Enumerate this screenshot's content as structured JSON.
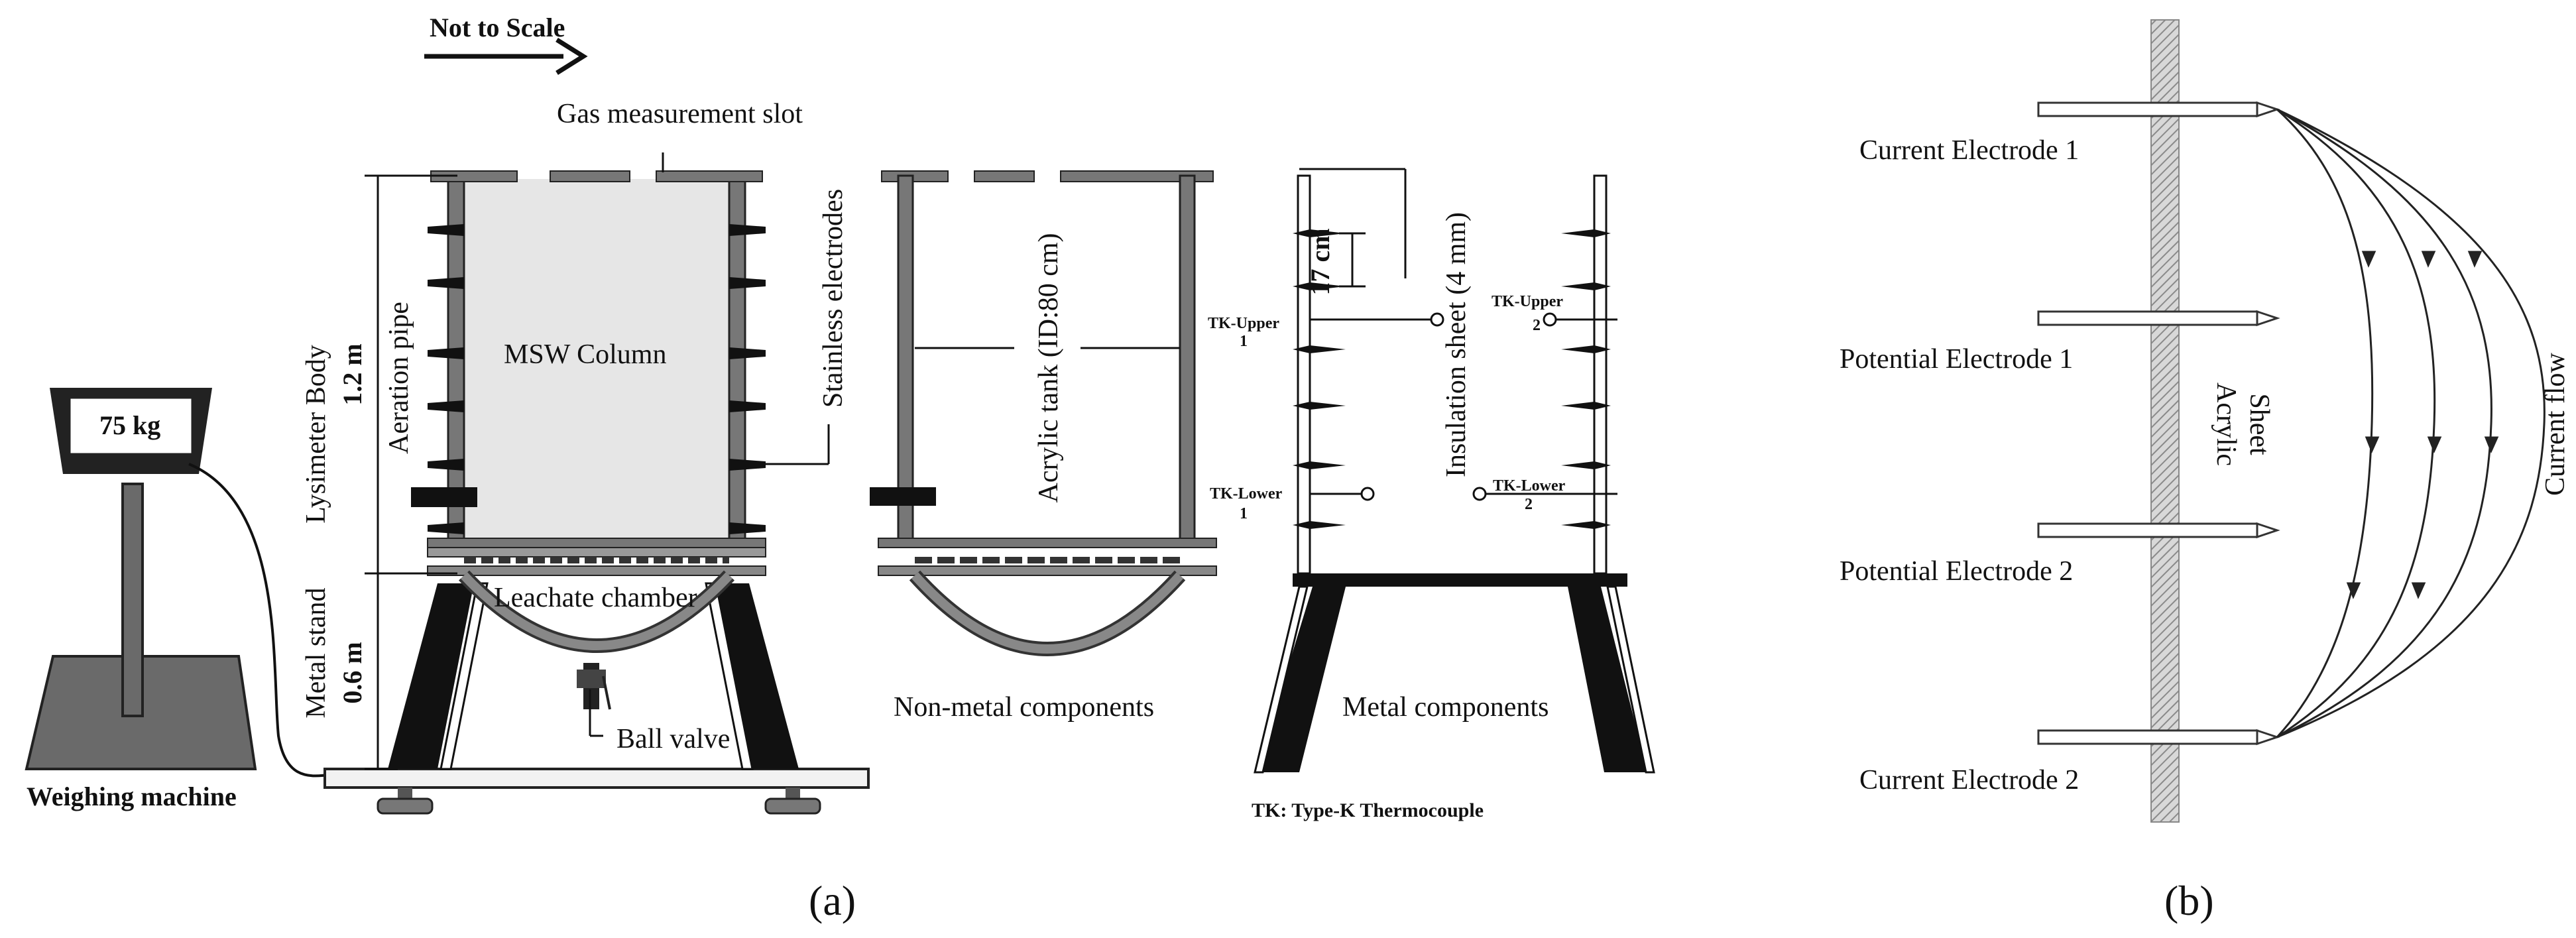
{
  "panel_a": {
    "label": "(a)",
    "scale_note": "Not to Scale",
    "gas_slot": "Gas measurement slot",
    "lysimeter_body": "Lysimeter Body",
    "body_height": "1.2 m",
    "aeration_pipe": "Aeration pipe",
    "msw_column": "MSW Column",
    "stainless_electrodes": "Stainless electrodes",
    "metal_stand": "Metal stand",
    "stand_height": "0.6 m",
    "leachate_chamber": "Leachate chamber",
    "ball_valve": "Ball valve",
    "scale_weight": "75 kg",
    "weighing_machine": "Weighing machine",
    "acrylic_tank": "Acrylic tank (ID:80 cm)",
    "non_metal_components": "Non-metal components",
    "spacing": "17 cm",
    "insulation_sheet": "Insulation sheet (4 mm)",
    "tk_upper_1": "TK-Upper",
    "tk_upper_1_num": "1",
    "tk_upper_2": "TK-Upper",
    "tk_upper_2_num": "2",
    "tk_lower_1": "TK-Lower",
    "tk_lower_1_num": "1",
    "tk_lower_2": "TK-Lower",
    "tk_lower_2_num": "2",
    "metal_components": "Metal components",
    "tk_legend": "TK: Type-K Thermocouple"
  },
  "panel_b": {
    "label": "(b)",
    "current_electrode_1": "Current Electrode 1",
    "potential_electrode_1": "Potential Electrode 1",
    "potential_electrode_2": "Potential Electrode 2",
    "current_electrode_2": "Current Electrode 2",
    "acrylic": "Acrylic",
    "sheet": "Sheet",
    "current_flow": "Current flow"
  }
}
